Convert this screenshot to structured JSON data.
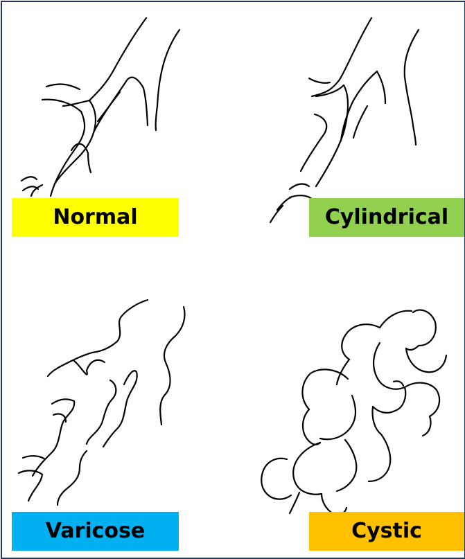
{
  "labels": {
    "normal": "Normal",
    "cylindrical": "Cylindrical",
    "varicose": "Varicose",
    "cystic": "Cystic"
  },
  "colors": {
    "normal": "#ffff00",
    "cylindrical": "#92d050",
    "varicose": "#00b0f0",
    "cystic": "#ffc000",
    "border": "#1f3864"
  }
}
